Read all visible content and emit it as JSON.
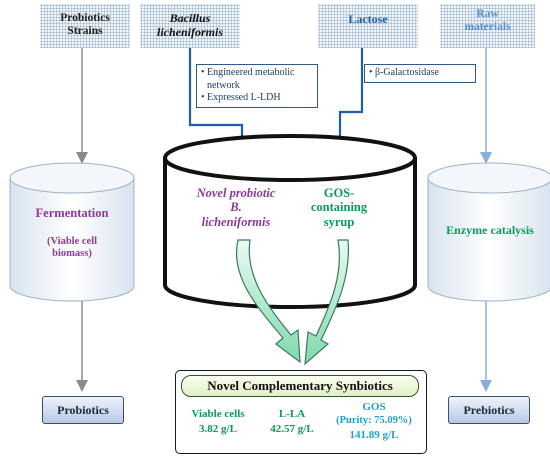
{
  "sources": {
    "probiotics_strains": "Probiotics\nStrains",
    "bacillus": "Bacillus\nlicheniformis",
    "lactose": "Lactose",
    "raw_materials": "Raw\nmaterials"
  },
  "notes": {
    "engineered": "Engineered metabolic network",
    "expressed": "Expressed L-LDH",
    "galactosidase": "β-Galactosidase",
    "bullet": "•"
  },
  "left_cylinder": {
    "title": "Fermentation",
    "subtitle": "(Viable cell biomass)"
  },
  "center_cylinder": {
    "left_text": "Novel probiotic B. licheniformis",
    "right_text": "GOS-containing syrup"
  },
  "right_cylinder": {
    "title": "Enzyme catalysis"
  },
  "result": {
    "title": "Novel Complementary Synbiotics",
    "viable_label": "Viable cells",
    "viable_value": "3.82 g/L",
    "lla_label": "L-LA",
    "lla_value": "42.57 g/L",
    "gos_label": "GOS",
    "gos_purity": "(Purity: 75.09%)",
    "gos_value": "141.89 g/L"
  },
  "bottom": {
    "probiotics": "Probiotics",
    "prebiotics": "Prebiotics"
  },
  "colors": {
    "purple": "#8b3a9a",
    "green": "#0b9a5a",
    "blue": "#1f5fa8",
    "gray": "#8a8a8a"
  }
}
